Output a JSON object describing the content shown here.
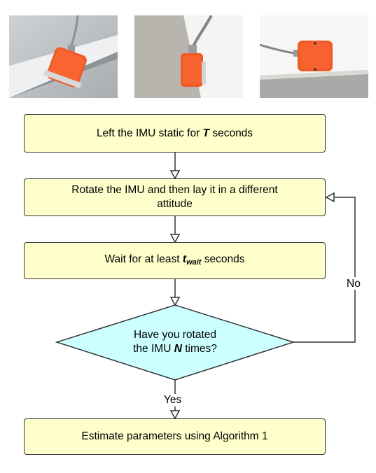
{
  "photos": [
    {
      "name": "imu-photo-tilted"
    },
    {
      "name": "imu-photo-upright"
    },
    {
      "name": "imu-photo-flat"
    }
  ],
  "colors": {
    "box_fill": "#ffffcc",
    "decision_fill": "#ccffff",
    "stroke": "#333333",
    "imu_orange": "#f05a28"
  },
  "flow": {
    "step1": {
      "prefix": "Left the IMU static for ",
      "var": "T",
      "suffix": " seconds"
    },
    "step2": {
      "line1": "Rotate the IMU and then lay it in a different",
      "line2": "attitude"
    },
    "step3": {
      "prefix": "Wait for at least ",
      "var": "t",
      "sub": "wait",
      "suffix": " seconds"
    },
    "decision": {
      "line1": "Have you rotated",
      "prefix2": "the IMU ",
      "var": "N",
      "suffix2": " times?"
    },
    "no_label": "No",
    "yes_label": "Yes",
    "step4": {
      "text": "Estimate parameters using Algorithm 1"
    }
  }
}
